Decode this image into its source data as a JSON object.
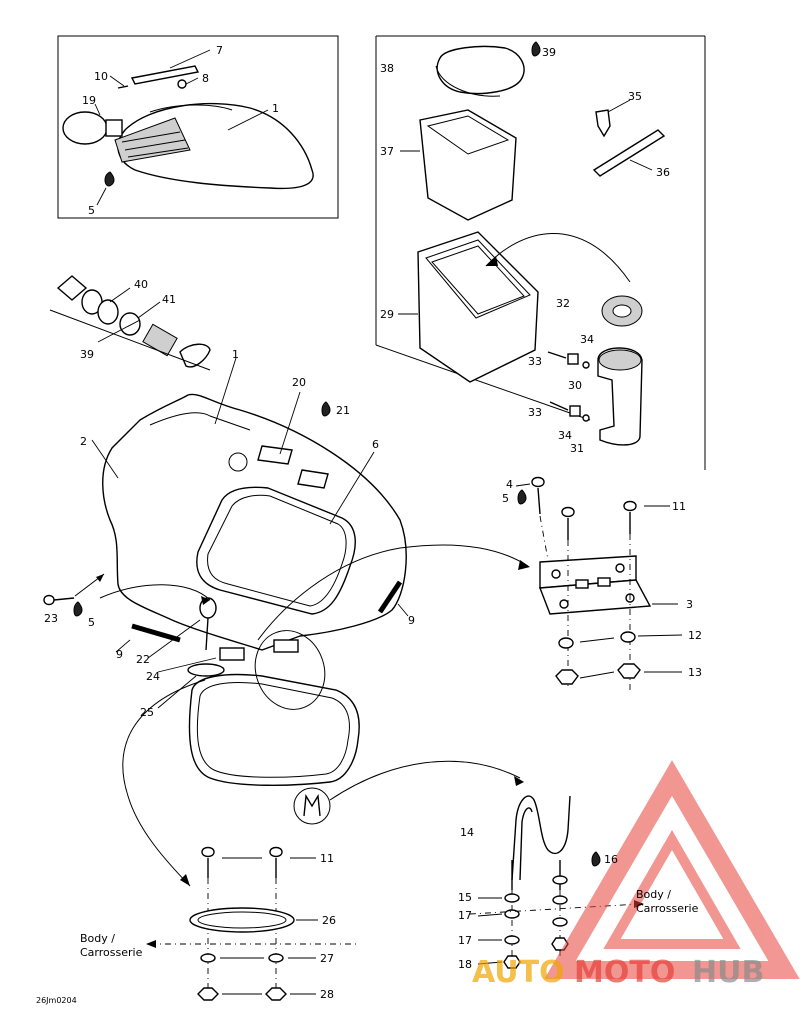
{
  "diagram_code": "26Jm0204",
  "labels": {
    "p1": "1",
    "p1b": "1",
    "p2": "2",
    "p3": "3",
    "p4": "4",
    "p5a": "5",
    "p5b": "5",
    "p5c": "5",
    "p6": "6",
    "p7": "7",
    "p8": "8",
    "p9a": "9",
    "p9b": "9",
    "p10": "10",
    "p11a": "11",
    "p11b": "11",
    "p12": "12",
    "p13": "13",
    "p14": "14",
    "p15": "15",
    "p16": "16",
    "p17a": "17",
    "p17b": "17",
    "p18": "18",
    "p19": "19",
    "p20": "20",
    "p21": "21",
    "p22": "22",
    "p23": "23",
    "p24": "24",
    "p25": "25",
    "p26": "26",
    "p27": "27",
    "p28": "28",
    "p29": "29",
    "p30": "30",
    "p31": "31",
    "p32": "32",
    "p33a": "33",
    "p33b": "33",
    "p34a": "34",
    "p34b": "34",
    "p35": "35",
    "p36": "36",
    "p37": "37",
    "p38": "38",
    "p39a": "39",
    "p39b": "39",
    "p40": "40",
    "p41": "41"
  },
  "body_note_left": {
    "line1": "Body /",
    "line2": "Carrosserie"
  },
  "body_note_right": {
    "line1": "Body /",
    "line2": "Carrosserie"
  },
  "watermark": {
    "part1": "AUTO",
    "part2": "MOTO",
    "part3": "HUB"
  },
  "colors": {
    "line": "#000000",
    "watermark_red": "#e8413a",
    "watermark_orange": "#f0a500",
    "watermark_gray": "#8c8c8c"
  },
  "icons": {
    "sealant_drop": "drop-icon"
  }
}
